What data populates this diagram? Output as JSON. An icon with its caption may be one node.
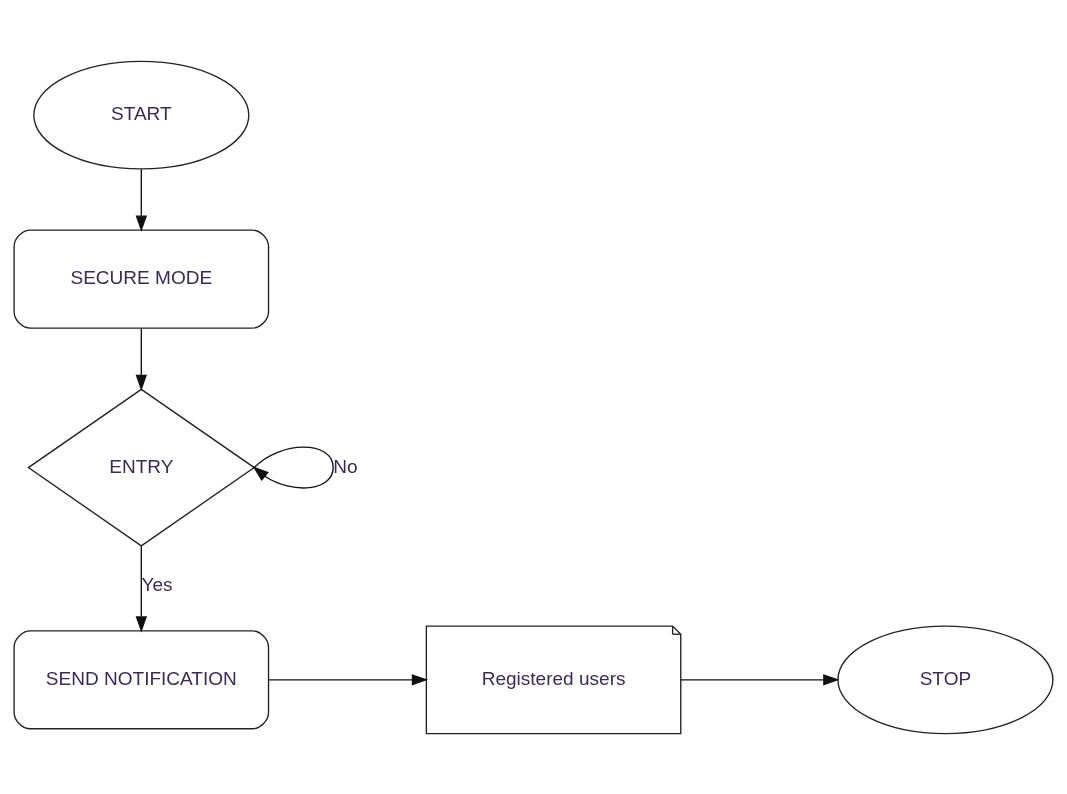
{
  "diagram": {
    "nodes": [
      {
        "text": [
          "START"
        ]
      },
      {
        "text": [
          "SECURE MODE"
        ]
      },
      {
        "text": [
          "ENTRY"
        ]
      },
      {
        "text": [
          "SEND NOTIFICATION"
        ]
      },
      {
        "text": [
          "Registered users"
        ]
      },
      {
        "text": [
          "STOP"
        ]
      }
    ],
    "edges": [
      {
        "from": 0,
        "to": 1,
        "arrow": "to"
      },
      {
        "from": 1,
        "to": 2,
        "arrow": "to"
      },
      {
        "from": 2,
        "to": 2,
        "arrow": "to",
        "label": "No"
      },
      {
        "from": 2,
        "to": 3,
        "arrow": "to",
        "label": "Yes"
      },
      {
        "from": 3,
        "to": 4,
        "arrow": "to"
      },
      {
        "from": 4,
        "to": 5,
        "arrow": "to"
      }
    ]
  }
}
